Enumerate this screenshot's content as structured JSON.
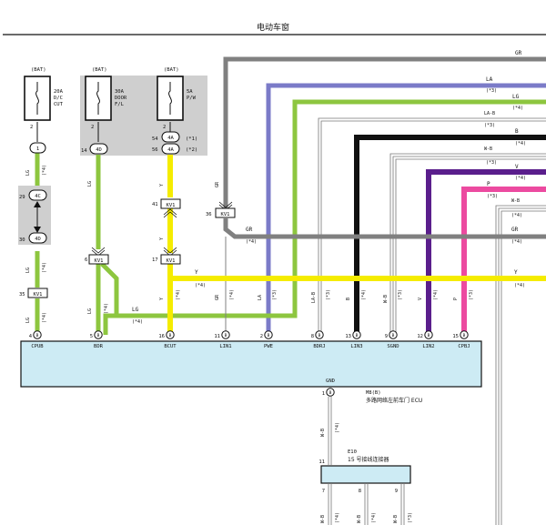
{
  "title": "电动车窗",
  "fuses": [
    {
      "supply": "(BAT)",
      "rating": "20A",
      "name_line1": "D/C",
      "name_line2": "CUT",
      "pin": "2"
    },
    {
      "supply": "(BAT)",
      "rating": "30A",
      "name_line1": "DOOR",
      "name_line2": "F/L",
      "pin": "2"
    },
    {
      "supply": "(BAT)",
      "rating": "5A",
      "name_line1": "P/W",
      "name_line2": "",
      "pin": "2"
    }
  ],
  "connectors": {
    "c1": {
      "label": "1"
    },
    "c4d_a": {
      "label": "4D",
      "pin": "14"
    },
    "c4a_1": {
      "label": "4A",
      "pin": "54",
      "note": "(*1)"
    },
    "c4a_2": {
      "label": "4A",
      "pin": "56",
      "note": "(*2)"
    },
    "c4c": {
      "label": "4C",
      "pin": "29"
    },
    "c4d_b": {
      "label": "4D",
      "pin": "30"
    },
    "kv1_a": {
      "label": "KV1",
      "pin": "35"
    },
    "kv1_b": {
      "label": "KV1",
      "pin": "6"
    },
    "kv1_c": {
      "label": "KV1",
      "pin": "41"
    },
    "kv1_d": {
      "label": "KV1",
      "pin": "17"
    },
    "kv1_e": {
      "label": "KV1",
      "pin": "36"
    }
  },
  "wires": {
    "lg": "LG",
    "gr": "GR",
    "la": "LA",
    "la_b": "LA-B",
    "b": "B",
    "w_b": "W-B",
    "v": "V",
    "p": "P",
    "y": "Y",
    "star3": "(*3)",
    "star4": "(*4)"
  },
  "ecu": {
    "name": "多路网络左前车门 ECU",
    "code": "M8(B)",
    "gnd_label": "GND",
    "gnd_pin": "1",
    "pins": [
      {
        "num": "4",
        "name": "CPUB"
      },
      {
        "num": "5",
        "name": "BDR"
      },
      {
        "num": "16",
        "name": "BCUT"
      },
      {
        "num": "11",
        "name": "LIN1"
      },
      {
        "num": "2",
        "name": "PWE"
      },
      {
        "num": "8",
        "name": "BDRJ"
      },
      {
        "num": "13",
        "name": "LIN3"
      },
      {
        "num": "9",
        "name": "SGND"
      },
      {
        "num": "12",
        "name": "LIN2"
      },
      {
        "num": "15",
        "name": "CPBJ"
      }
    ]
  },
  "junction": {
    "code": "E10",
    "name": "15 号接线连接器",
    "pins": [
      "11",
      "7",
      "8",
      "9"
    ]
  },
  "colors": {
    "lg": "#8dc63f",
    "gr": "#808080",
    "la": "#7b7bc8",
    "black": "#111111",
    "v": "#5a1e8c",
    "p": "#ec4aa0",
    "y": "#f5ec00",
    "ecu_fill": "#cdebf4",
    "gray_box": "#cfcfcf"
  }
}
